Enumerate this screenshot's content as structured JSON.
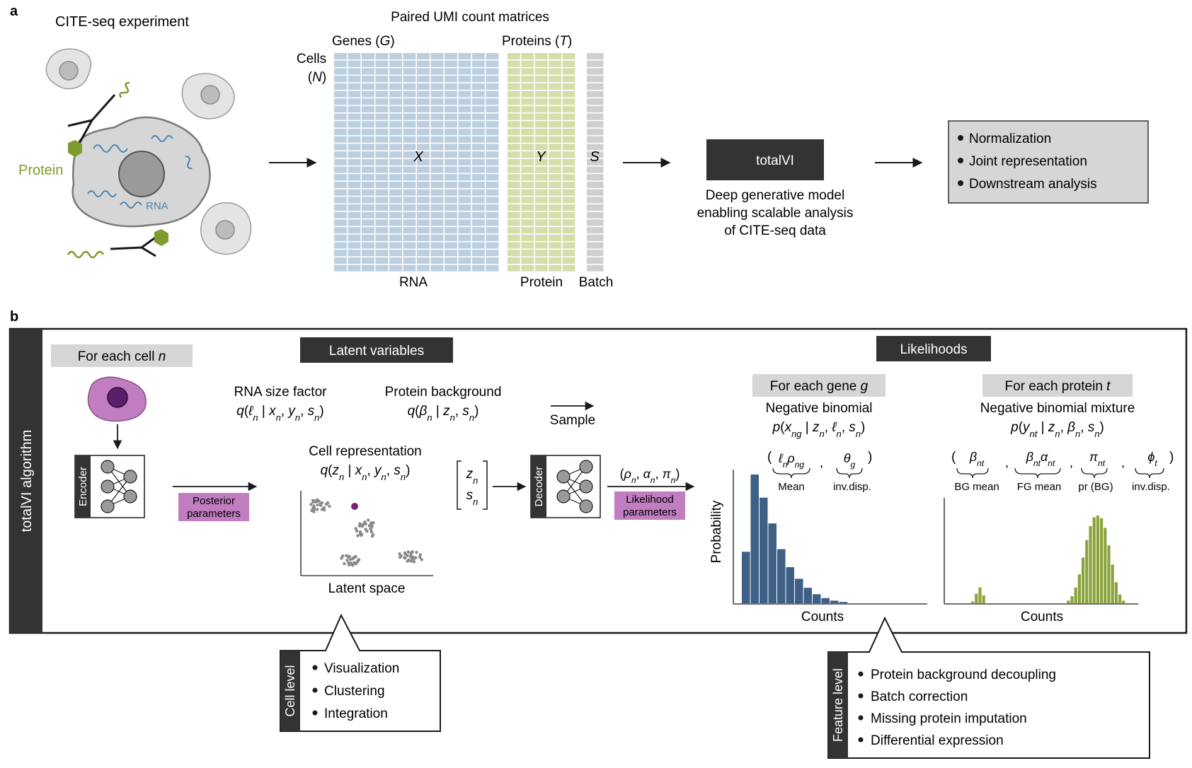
{
  "panel_a": {
    "label": "a",
    "experiment_title": "CITE-seq experiment",
    "protein_label": "Protein",
    "rna_label": "RNA",
    "matrices_title": "Paired UMI count matrices",
    "genes_header": "Genes (",
    "genes_var": "G",
    "proteins_header": "Proteins (",
    "proteins_var": "T",
    "close_paren": ")",
    "cells_line1": "Cells",
    "cells_line2_open": "(",
    "cells_var": "N",
    "cells_line2_close": ")",
    "x_var": "X",
    "y_var": "Y",
    "s_var": "S",
    "rna_caption": "RNA",
    "protein_caption": "Protein",
    "batch_caption": "Batch",
    "model_name": "totalVI",
    "model_desc": [
      "Deep generative model",
      "enabling scalable analysis",
      "of CITE-seq data"
    ],
    "outputs": [
      "Normalization",
      "Joint representation",
      "Downstream analysis"
    ],
    "colors": {
      "rna": "#bccfdf",
      "protein": "#d6dcaa",
      "batch": "#cfcfcf",
      "dark": "#333333",
      "purple": "#c07dc0",
      "bar_blue": "#3e5f86",
      "bar_green": "#8ba33c"
    }
  },
  "panel_b": {
    "label": "b",
    "side_label": "totalVI algorithm",
    "for_each_cell": "For each cell ",
    "cell_var": "n",
    "encoder": "Encoder",
    "decoder": "Decoder",
    "posterior": [
      "Posterior",
      "parameters"
    ],
    "latent_variables": "Latent variables",
    "rna_size_factor": "RNA size factor",
    "protein_background": "Protein background",
    "sample": "Sample",
    "cell_representation": "Cell representation",
    "latent_space": "Latent space",
    "z_n": "z",
    "s_n": "s",
    "likelihood_params": [
      "Likelihood",
      "parameters"
    ],
    "likelihoods": "Likelihoods",
    "for_each_gene": "For each gene ",
    "gene_var": "g",
    "neg_binomial": "Negative binomial",
    "for_each_protein": "For each protein ",
    "protein_var": "t",
    "neg_binomial_mixture": "Negative binomial mixture",
    "mean": "Mean",
    "inv_disp": "inv.disp.",
    "bg_mean": "BG mean",
    "fg_mean": "FG mean",
    "pr_bg": "pr (BG)",
    "probability": "Probability",
    "counts": "Counts",
    "cell_level": "Cell level",
    "cell_tasks": [
      "Visualization",
      "Clustering",
      "Integration"
    ],
    "feature_level": "Feature level",
    "feature_tasks": [
      "Protein background decoupling",
      "Batch correction",
      "Missing protein imputation",
      "Differential expression"
    ]
  },
  "chart_data": [
    {
      "type": "bar",
      "xlabel": "Counts",
      "ylabel": "Probability",
      "values": [
        0.4,
        1.0,
        0.82,
        0.62,
        0.42,
        0.28,
        0.19,
        0.12,
        0.07,
        0.04,
        0.02,
        0.01
      ]
    },
    {
      "type": "bar",
      "xlabel": "Counts",
      "values": [
        0.02,
        0.11,
        0.18,
        0.09,
        0.0,
        0.0,
        0.0,
        0.0,
        0.0,
        0.0,
        0.0,
        0.0,
        0.0,
        0.0,
        0.0,
        0.0,
        0.0,
        0.0,
        0.0,
        0.0,
        0.0,
        0.0,
        0.0,
        0.0,
        0.0,
        0.0,
        0.03,
        0.08,
        0.18,
        0.33,
        0.52,
        0.72,
        0.88,
        0.98,
        1.0,
        0.97,
        0.86,
        0.66,
        0.44,
        0.24,
        0.1,
        0.03
      ]
    }
  ]
}
